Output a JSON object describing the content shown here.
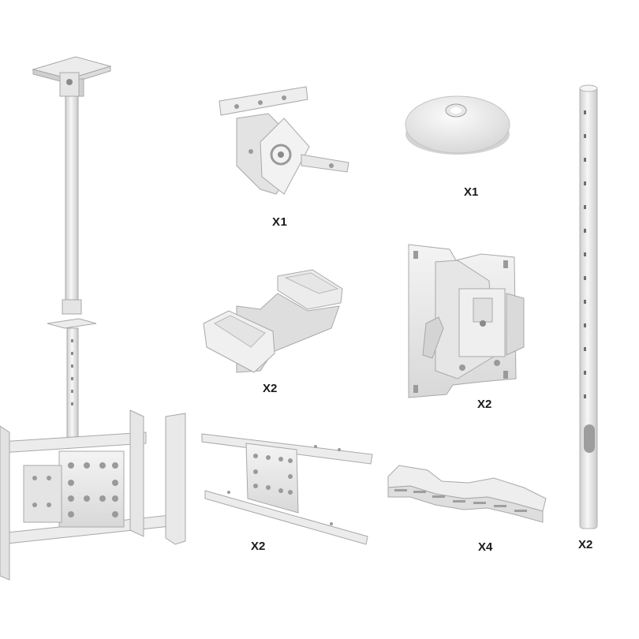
{
  "colors": {
    "background": "#ffffff",
    "metal_light": "#f1f1f1",
    "metal_mid": "#dcdcdc",
    "metal_dark": "#b9b9b9",
    "outline": "#a8a8a8",
    "hole": "#7d7d7d",
    "label": "#1a1a1a"
  },
  "parts": [
    {
      "id": "assembled-mount",
      "icon": "ceiling-tv-mount-assembled"
    },
    {
      "id": "ceiling-tilt-bracket",
      "icon": "tilt-bracket-icon",
      "quantity": "X1"
    },
    {
      "id": "ceiling-cover-plate",
      "icon": "cover-plate-icon",
      "quantity": "X1"
    },
    {
      "id": "extension-pole",
      "icon": "pole-icon",
      "quantity": "X2"
    },
    {
      "id": "pole-clamp",
      "icon": "clamp-icon",
      "quantity": "X2"
    },
    {
      "id": "swivel-head-plate",
      "icon": "swivel-plate-icon",
      "quantity": "X2"
    },
    {
      "id": "tv-rail-arms",
      "icon": "rail-arms-icon",
      "quantity": "X2"
    },
    {
      "id": "cable-tray",
      "icon": "cable-tray-icon",
      "quantity": "X4"
    }
  ]
}
